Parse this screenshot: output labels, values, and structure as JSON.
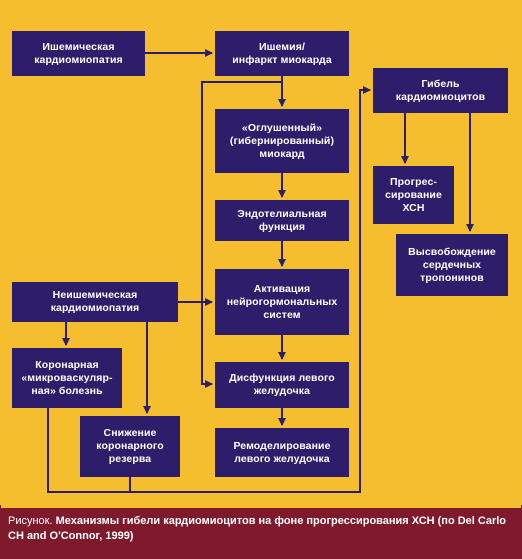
{
  "boxes": {
    "ischemic_cm": "Ишемическая\nкардиомиопатия",
    "ischemia_mi": "Ишемия/\nинфаркт миокарда",
    "cardiomyocyte_death": "Гибель\nкардиомиоцитов",
    "stunned_myocardium": "«Оглушенный»\n(гибернированный)\nмиокард",
    "progression_chf": "Прогрес-\nсирование\nХСН",
    "endothelial_function": "Эндотелиальная\nфункция",
    "troponin_release": "Высвобождение\nсердечных\nтропонинов",
    "nonischemic_cm": "Неишемическая\nкардиомиопатия",
    "neurohormonal_activation": "Активация\nнейрогормональных\nсистем",
    "coronary_microvascular": "Коронарная\n«микроваскуляр-\nная» болезнь",
    "lv_dysfunction": "Дисфункция левого\nжелудочка",
    "coronary_reserve": "Снижение\nкоронарного\nрезерва",
    "lv_remodeling": "Ремоделирование\nлевого желудочка"
  },
  "caption": {
    "lead": "Рисунок.",
    "text": "Механизмы гибели кардиомиоцитов на фоне прогрессирования ХСН (по Del Carlo CH and O'Connor, 1999)"
  },
  "colors": {
    "background": "#f4be2e",
    "box": "#2e1d6b",
    "line": "#2e1d6b",
    "caption_bar": "#7e1a2c"
  }
}
